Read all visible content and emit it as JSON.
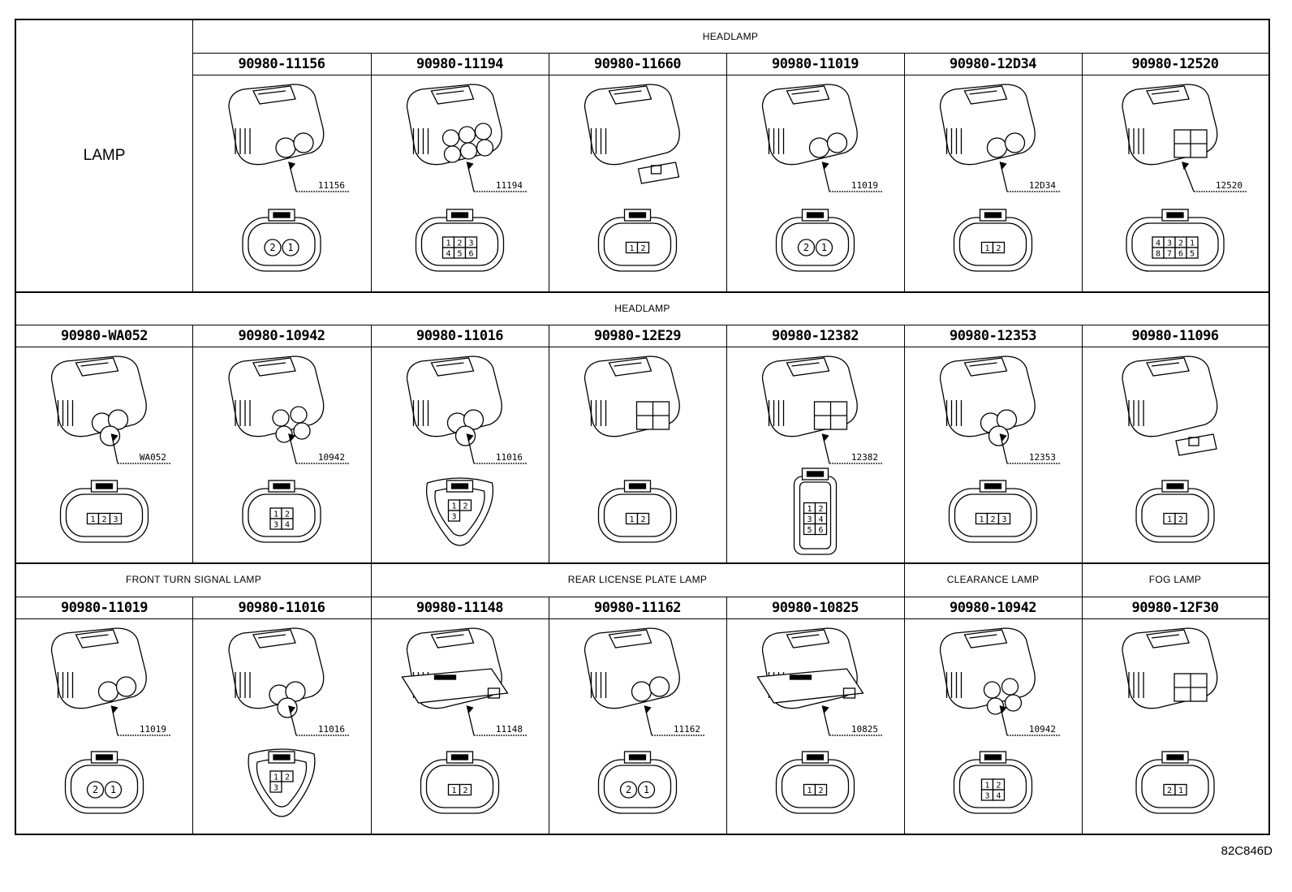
{
  "lamp_label": "LAMP",
  "footer_code": "82C846D",
  "sections": [
    {
      "groups": [
        {
          "label": "HEADLAMP",
          "span": 6
        }
      ],
      "has_lamp_cell": true,
      "connectors": [
        {
          "pn": "90980-11156",
          "callout": "11156",
          "pins": [
            "2",
            "1"
          ],
          "pin_rows": 1,
          "shape": "round2",
          "body": "twoCyl"
        },
        {
          "pn": "90980-11194",
          "callout": "11194",
          "pins": [
            "1",
            "2",
            "3",
            "4",
            "5",
            "6"
          ],
          "pin_rows": 2,
          "shape": "rect6",
          "body": "sixCyl"
        },
        {
          "pn": "90980-11660",
          "callout": "",
          "pins": [
            "1",
            "2"
          ],
          "pin_rows": 1,
          "shape": "oval2",
          "body": "clip"
        },
        {
          "pn": "90980-11019",
          "callout": "11019",
          "pins": [
            "2",
            "1"
          ],
          "pin_rows": 1,
          "shape": "round2",
          "body": "twoCyl"
        },
        {
          "pn": "90980-12D34",
          "callout": "12D34",
          "pins": [
            "1",
            "2"
          ],
          "pin_rows": 1,
          "shape": "oval2",
          "body": "twoCyl"
        },
        {
          "pn": "90980-12520",
          "callout": "12520",
          "pins": [
            "4",
            "3",
            "2",
            "1",
            "8",
            "7",
            "6",
            "5"
          ],
          "pin_rows": 2,
          "shape": "rect8",
          "body": "block"
        }
      ]
    },
    {
      "groups": [
        {
          "label": "HEADLAMP",
          "span": 7
        }
      ],
      "has_lamp_cell": false,
      "connectors": [
        {
          "pn": "90980-WA052",
          "callout": "WA052",
          "pins": [
            "1",
            "2",
            "3"
          ],
          "pin_rows": 1,
          "shape": "rect3",
          "body": "threeCyl"
        },
        {
          "pn": "90980-10942",
          "callout": "10942",
          "pins": [
            "1",
            "2",
            "3",
            "4"
          ],
          "pin_rows": 2,
          "shape": "rect4",
          "body": "fourCyl"
        },
        {
          "pn": "90980-11016",
          "callout": "11016",
          "pins": [
            "1",
            "2",
            "3"
          ],
          "pin_rows": 2,
          "shape": "tri3",
          "body": "threeCyl"
        },
        {
          "pn": "90980-12E29",
          "callout": "",
          "pins": [
            "1",
            "2"
          ],
          "pin_rows": 1,
          "shape": "oval2",
          "body": "block"
        },
        {
          "pn": "90980-12382",
          "callout": "12382",
          "pins": [
            "1",
            "2",
            "3",
            "4",
            "5",
            "6"
          ],
          "pin_rows": 3,
          "shape": "tall6",
          "body": "block"
        },
        {
          "pn": "90980-12353",
          "callout": "12353",
          "pins": [
            "1",
            "2",
            "3"
          ],
          "pin_rows": 1,
          "shape": "rect3",
          "body": "threeCyl"
        },
        {
          "pn": "90980-11096",
          "callout": "",
          "pins": [
            "1",
            "2"
          ],
          "pin_rows": 1,
          "shape": "oval2",
          "body": "clip"
        }
      ]
    },
    {
      "groups": [
        {
          "label": "FRONT TURN SIGNAL LAMP",
          "span": 2
        },
        {
          "label": "REAR LICENSE PLATE LAMP",
          "span": 3
        },
        {
          "label": "CLEARANCE LAMP",
          "span": 1
        },
        {
          "label": "FOG LAMP",
          "span": 1
        }
      ],
      "has_lamp_cell": false,
      "connectors": [
        {
          "pn": "90980-11019",
          "callout": "11019",
          "pins": [
            "2",
            "1"
          ],
          "pin_rows": 1,
          "shape": "round2",
          "body": "twoCyl"
        },
        {
          "pn": "90980-11016",
          "callout": "11016",
          "pins": [
            "1",
            "2",
            "3"
          ],
          "pin_rows": 2,
          "shape": "tri3",
          "body": "threeCyl"
        },
        {
          "pn": "90980-11148",
          "callout": "11148",
          "pins": [
            "1",
            "2"
          ],
          "pin_rows": 1,
          "shape": "rect2",
          "body": "flat"
        },
        {
          "pn": "90980-11162",
          "callout": "11162",
          "pins": [
            "2",
            "1"
          ],
          "pin_rows": 1,
          "shape": "round2",
          "body": "twoCyl"
        },
        {
          "pn": "90980-10825",
          "callout": "10825",
          "pins": [
            "1",
            "2"
          ],
          "pin_rows": 1,
          "shape": "rect2",
          "body": "flat"
        },
        {
          "pn": "90980-10942",
          "callout": "10942",
          "pins": [
            "1",
            "2",
            "3",
            "4"
          ],
          "pin_rows": 2,
          "shape": "rect4",
          "body": "fourCyl"
        },
        {
          "pn": "90980-12F30",
          "callout": "",
          "pins": [
            "2",
            "1"
          ],
          "pin_rows": 1,
          "shape": "oval2",
          "body": "block"
        }
      ]
    }
  ]
}
